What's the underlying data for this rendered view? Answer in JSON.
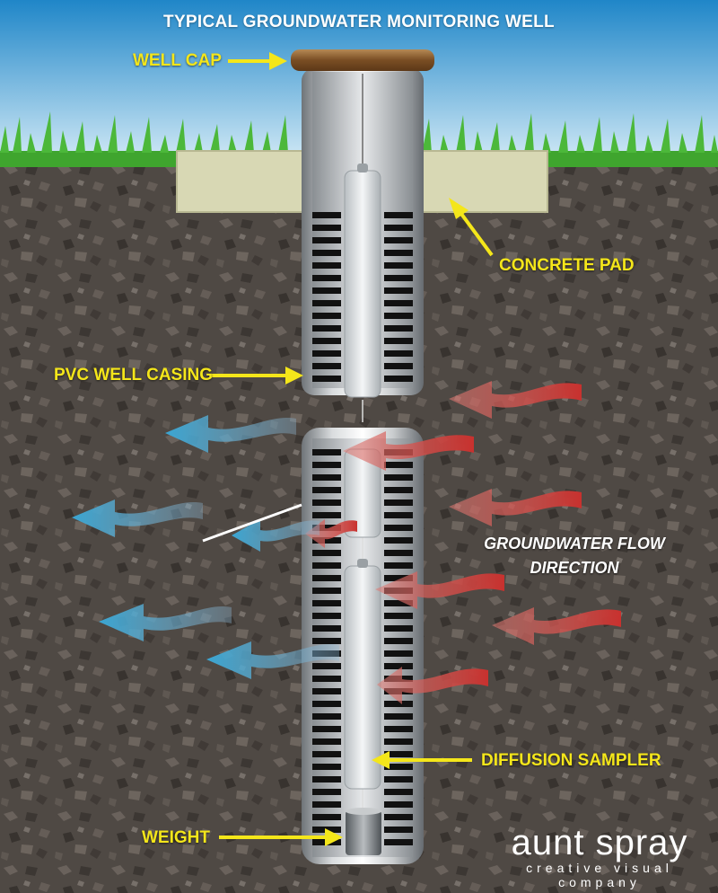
{
  "title": "TYPICAL GROUNDWATER MONITORING WELL",
  "labels": {
    "well_cap": "WELL CAP",
    "concrete_pad": "CONCRETE PAD",
    "pvc_casing": "PVC WELL CASING",
    "flow_line1": "GROUNDWATER FLOW",
    "flow_line2": "DIRECTION",
    "diffusion_sampler": "DIFFUSION SAMPLER",
    "weight": "WEIGHT"
  },
  "branding": {
    "name": "aunt spray",
    "tagline": "creative visual company"
  },
  "colors": {
    "sky_top": "#1f86c8",
    "sky_bottom": "#d6ecf7",
    "grass": "#3fa52e",
    "soil": "#4f4944",
    "concrete": "#d8d8b4",
    "label_yellow": "#f4e61a",
    "cap_brown": "#8b5a2b",
    "inflow_red": "#c8312e",
    "outflow_blue": "#3aa6d3"
  },
  "icons": [
    "arrow-icon",
    "inflow-arrow-icon",
    "outflow-arrow-icon"
  ]
}
